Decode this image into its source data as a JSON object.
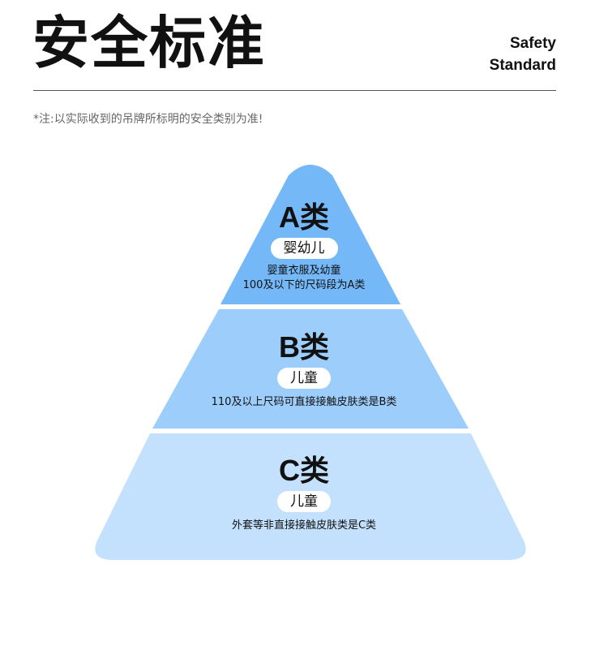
{
  "header": {
    "title": "安全标准",
    "title_en_line1": "Safety",
    "title_en_line2": "Standard"
  },
  "note": "*注:以实际收到的吊牌所标明的安全类别为准!",
  "pyramid": {
    "colors": {
      "top": "#74b8f8",
      "middle": "#9dcdfa",
      "bottom": "#c3e1fc"
    },
    "tiers": [
      {
        "grade_letter": "A",
        "grade_suffix": "类",
        "tag": "婴幼儿",
        "desc_line1": "婴童衣服及幼童",
        "desc_line2": "100及以下的尺码段为A类"
      },
      {
        "grade_letter": "B",
        "grade_suffix": "类",
        "tag": "儿童",
        "desc_line1": "110及以上尺码可直接接触皮肤类是B类"
      },
      {
        "grade_letter": "C",
        "grade_suffix": "类",
        "tag": "儿童",
        "desc_line1": "外套等非直接接触皮肤类是C类"
      }
    ]
  }
}
